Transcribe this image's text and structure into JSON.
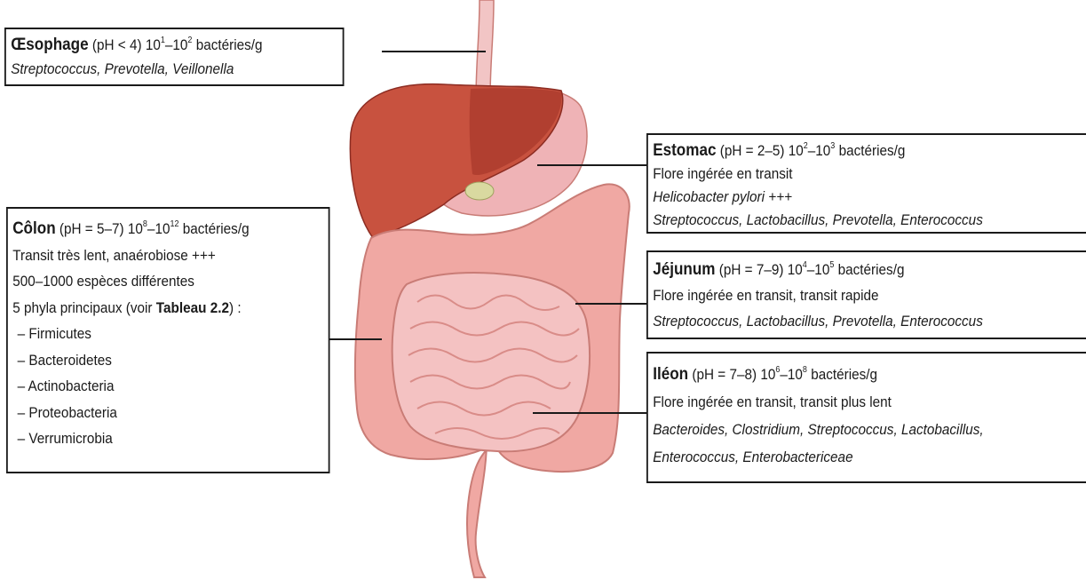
{
  "oesophage": {
    "name": "Œsophage",
    "ph": "(pH < 4)",
    "count_a_base": "10",
    "count_a_exp": "1",
    "count_sep": "–",
    "count_b_base": "10",
    "count_b_exp": "2",
    "count_unit": "bactéries/g",
    "lines": [
      "Streptococcus, Prevotella, Veillonella"
    ]
  },
  "estomac": {
    "name": "Estomac",
    "ph": "(pH = 2–5)",
    "count_a_base": "10",
    "count_a_exp": "2",
    "count_sep": "–",
    "count_b_base": "10",
    "count_b_exp": "3",
    "count_unit": "bactéries/g",
    "lines": [
      "Flore ingérée en transit",
      "Helicobacter pylori +++",
      "Streptococcus, Lactobacillus, Prevotella, Enterococcus"
    ]
  },
  "jejunum": {
    "name": "Jéjunum",
    "ph": "(pH = 7–9)",
    "count_a_base": "10",
    "count_a_exp": "4",
    "count_sep": "–",
    "count_b_base": "10",
    "count_b_exp": "5",
    "count_unit": "bactéries/g",
    "lines": [
      "Flore ingérée en transit, transit rapide",
      "Streptococcus, Lactobacillus, Prevotella, Enterococcus"
    ]
  },
  "ileon": {
    "name": "Iléon",
    "ph": "(pH = 7–8)",
    "count_a_base": "10",
    "count_a_exp": "6",
    "count_sep": "–",
    "count_b_base": "10",
    "count_b_exp": "8",
    "count_unit": "bactéries/g",
    "lines": [
      "Flore ingérée en transit, transit plus lent",
      "Bacteroides, Clostridium, Streptococcus, Lactobacillus,",
      "Enterococcus, Enterobactericeae"
    ]
  },
  "colon": {
    "name": "Côlon",
    "ph": "(pH = 5–7)",
    "count_a_base": "10",
    "count_a_exp": "8",
    "count_sep": "–",
    "count_b_base": "10",
    "count_b_exp": "12",
    "count_unit": "bactéries/g",
    "lines": [
      "Transit très lent, anaérobiose +++",
      "500–1000 espèces différentes"
    ],
    "phyla_intro": "5 phyla principaux (voir",
    "phyla_ref": "Tableau 2.2",
    "phyla_end": ") :",
    "phyla": [
      "– Firmicutes",
      "– Bacteroidetes",
      "– Actinobacteria",
      "– Proteobacteria",
      "– Verrumicrobia"
    ]
  },
  "colors": {
    "liver": "#c8523f",
    "liver_shade": "#9e2f24",
    "stomach": "#efb3b6",
    "intestine": "#f0a8a3",
    "intestine_outline": "#c97c76",
    "small_intestine": "#f4c2c2",
    "leader_line": "#1a1a1a"
  }
}
